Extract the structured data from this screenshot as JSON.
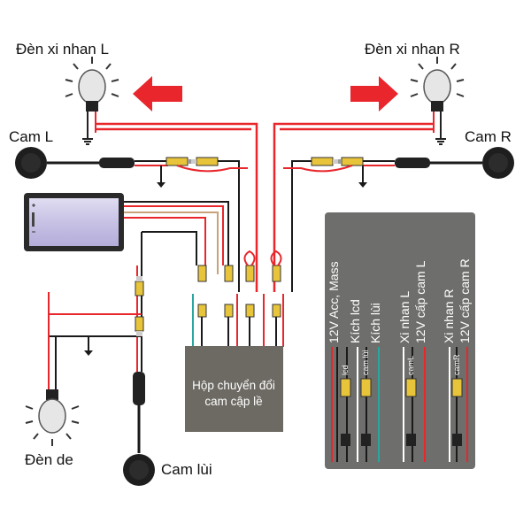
{
  "labels": {
    "turn_left": "Đèn xi nhan L",
    "turn_right": "Đèn xi nhan R",
    "cam_left": "Cam L",
    "cam_right": "Cam R",
    "reverse_light": "Đèn de",
    "reverse_cam": "Cam lùi",
    "box_line1": "Hộp chuyển đổi",
    "box_line2": "cam cập lề"
  },
  "panel": {
    "legend": [
      "12V Acc, Mass",
      "Kích lcd",
      "Kích lùi",
      "Xi nhan L",
      "12V cấp cam L",
      "Xi nhan R",
      "12V cấp cam R"
    ],
    "connectors": [
      "lcd",
      "cam lùi",
      "camL",
      "camR"
    ]
  },
  "colors": {
    "wire_red": "#e8262c",
    "wire_black": "#1a1a1a",
    "arrow_red": "#e8262c",
    "panel_bg": "#6e6e6c",
    "box_bg": "#6c6a62",
    "connector_yellow": "#e8c43a"
  }
}
